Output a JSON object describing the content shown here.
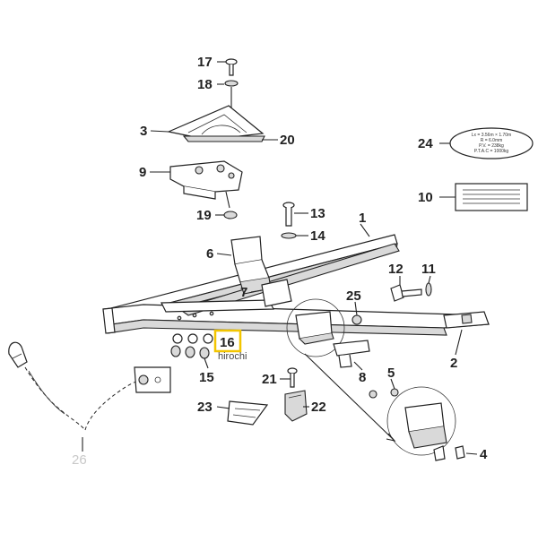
{
  "callouts": {
    "c1": "1",
    "c2": "2",
    "c3": "3",
    "c4": "4",
    "c5": "5",
    "c6": "6",
    "c7": "7",
    "c8": "8",
    "c9": "9",
    "c10": "10",
    "c11": "11",
    "c12": "12",
    "c13": "13",
    "c14": "14",
    "c15": "15",
    "c16": "16",
    "c17": "17",
    "c18": "18",
    "c19": "19",
    "c20": "20",
    "c21": "21",
    "c22": "22",
    "c23": "23",
    "c24": "24",
    "c25": "25",
    "c26": "26"
  },
  "plate24": {
    "line1": "Lx = 3.56m × 1.70m",
    "line2": "R = 6.0mm",
    "line3": "P.V. = 238kg",
    "line4": "P.T.A.C = 1000kg"
  },
  "watermark": "hirochi",
  "colors": {
    "highlight": "#f2c500",
    "callout_faded": "#c8c8c8",
    "ink": "#222222"
  }
}
